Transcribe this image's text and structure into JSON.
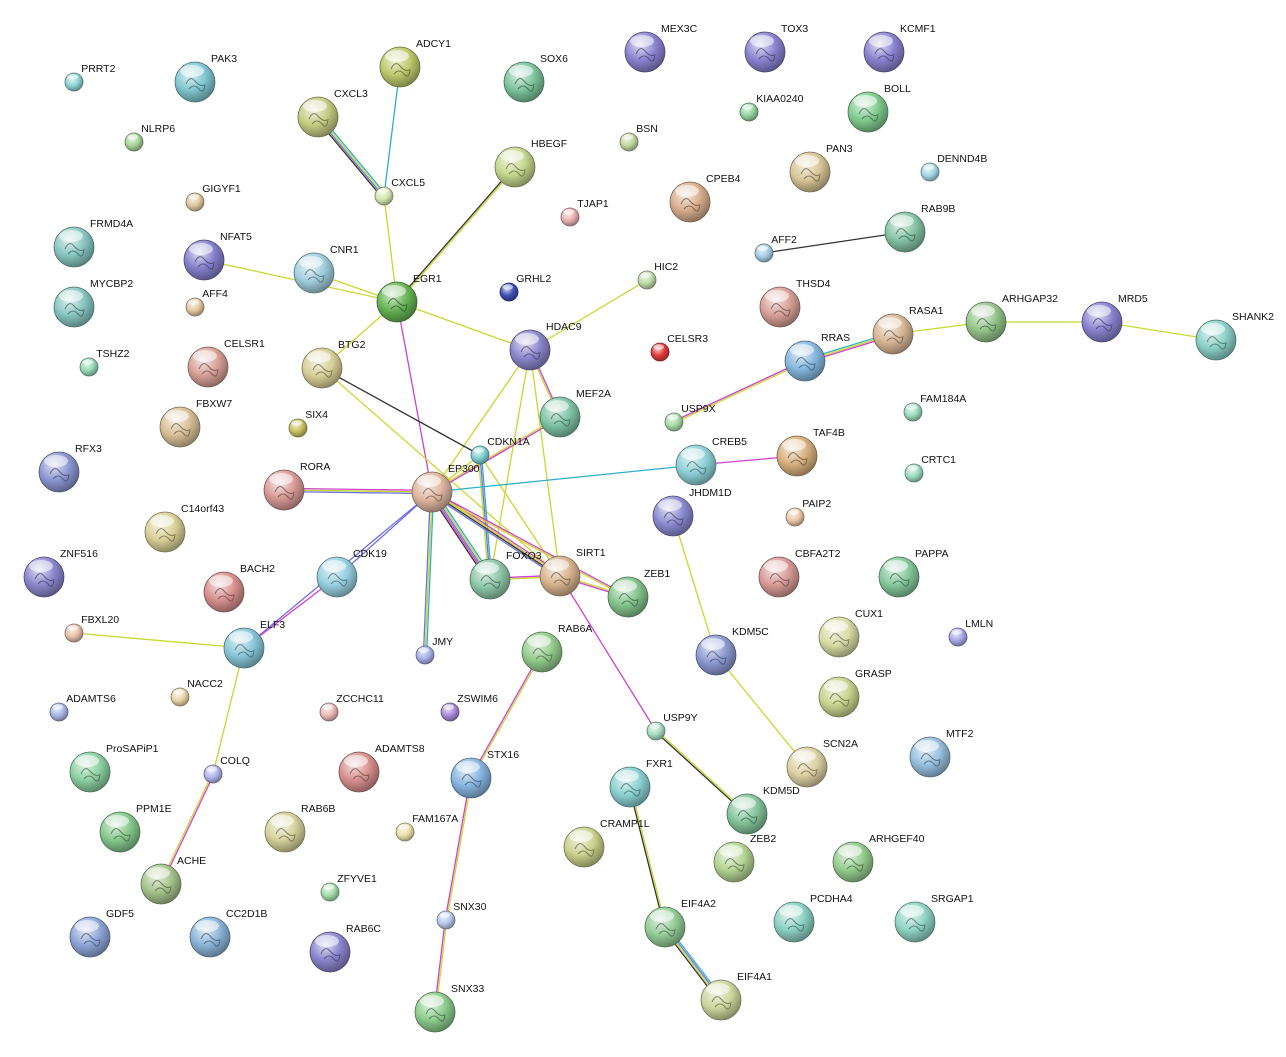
{
  "nodes": [
    {
      "id": "PRRT2",
      "color": "#8fd6d6",
      "small": true
    },
    {
      "id": "PAK3",
      "color": "#7fc6d0"
    },
    {
      "id": "ADCY1",
      "color": "#bcc96b"
    },
    {
      "id": "SOX6",
      "color": "#7cc49c"
    },
    {
      "id": "MEX3C",
      "color": "#8a82d0"
    },
    {
      "id": "TOX3",
      "color": "#8a82d0"
    },
    {
      "id": "KCMF1",
      "color": "#8a82d0"
    },
    {
      "id": "NLRP6",
      "color": "#a8d49a",
      "small": true
    },
    {
      "id": "CXCL3",
      "color": "#c4cc82"
    },
    {
      "id": "KIAA0240",
      "color": "#93d4a0",
      "small": true
    },
    {
      "id": "BOLL",
      "color": "#7fcb8d"
    },
    {
      "id": "BSN",
      "color": "#c2d8a0",
      "small": true
    },
    {
      "id": "HBEGF",
      "color": "#c4d68c"
    },
    {
      "id": "PAN3",
      "color": "#d8c596"
    },
    {
      "id": "DENND4B",
      "color": "#a6d8e6",
      "small": true
    },
    {
      "id": "GIGYF1",
      "color": "#e0c8a0",
      "small": true
    },
    {
      "id": "CXCL5",
      "color": "#d4e6b0",
      "small": true
    },
    {
      "id": "CPEB4",
      "color": "#d8ad8c"
    },
    {
      "id": "TJAP1",
      "color": "#ebb0b0",
      "small": true
    },
    {
      "id": "RAB9B",
      "color": "#84c4a4"
    },
    {
      "id": "FRMD4A",
      "color": "#88c6c0"
    },
    {
      "id": "NFAT5",
      "color": "#8480cc"
    },
    {
      "id": "CNR1",
      "color": "#a0cede"
    },
    {
      "id": "AFF2",
      "color": "#a6cee6",
      "small": true
    },
    {
      "id": "GRHL2",
      "color": "#3c50b4",
      "small": true
    },
    {
      "id": "HIC2",
      "color": "#bedca6",
      "small": true
    },
    {
      "id": "EGR1",
      "color": "#66b454"
    },
    {
      "id": "MYCBP2",
      "color": "#88c6c0"
    },
    {
      "id": "AFF4",
      "color": "#e6c8a0",
      "small": true
    },
    {
      "id": "THSD4",
      "color": "#d8a096"
    },
    {
      "id": "RASA1",
      "color": "#d8b696"
    },
    {
      "id": "ARHGAP32",
      "color": "#94c48a"
    },
    {
      "id": "MRD5",
      "color": "#8a82d0"
    },
    {
      "id": "SHANK2",
      "color": "#8ad0c8"
    },
    {
      "id": "HDAC9",
      "color": "#8a86cc"
    },
    {
      "id": "CELSR3",
      "color": "#e03a3a",
      "small": true
    },
    {
      "id": "TSHZ2",
      "color": "#96d8b6",
      "small": true
    },
    {
      "id": "CELSR1",
      "color": "#d8a096"
    },
    {
      "id": "BTG2",
      "color": "#d8d096"
    },
    {
      "id": "RRAS",
      "color": "#86b8e0"
    },
    {
      "id": "MEF2A",
      "color": "#7ec4a6"
    },
    {
      "id": "USP9X",
      "color": "#a6dca6",
      "small": true
    },
    {
      "id": "FAM184A",
      "color": "#9edcc0",
      "small": true
    },
    {
      "id": "FBXW7",
      "color": "#d8c096"
    },
    {
      "id": "SIX4",
      "color": "#c8c060",
      "small": true
    },
    {
      "id": "CDKN1A",
      "color": "#7ed0d0",
      "small": true
    },
    {
      "id": "CREB5",
      "color": "#8ed0d8"
    },
    {
      "id": "TAF4B",
      "color": "#d8b07e"
    },
    {
      "id": "RFX3",
      "color": "#8a96d0"
    },
    {
      "id": "CRTC1",
      "color": "#9edcc0",
      "small": true
    },
    {
      "id": "RORA",
      "color": "#d89a96"
    },
    {
      "id": "EP300",
      "color": "#deb6a0"
    },
    {
      "id": "JHDM1D",
      "color": "#8a8ad0"
    },
    {
      "id": "PAIP2",
      "color": "#ecc8a8",
      "small": true
    },
    {
      "id": "C14orf43",
      "color": "#d8d096"
    },
    {
      "id": "ZNF516",
      "color": "#8a86cc"
    },
    {
      "id": "CDK19",
      "color": "#96d0e0"
    },
    {
      "id": "SIRT1",
      "color": "#d8b48e"
    },
    {
      "id": "FOXO3",
      "color": "#8ec8a8"
    },
    {
      "id": "ZEB1",
      "color": "#84c48c"
    },
    {
      "id": "CBFA2T2",
      "color": "#d89a96"
    },
    {
      "id": "PAPPA",
      "color": "#84c89a"
    },
    {
      "id": "BACH2",
      "color": "#d8908e"
    },
    {
      "id": "FBXL20",
      "color": "#e8c0a8",
      "small": true
    },
    {
      "id": "ELF3",
      "color": "#88c6d8"
    },
    {
      "id": "JMY",
      "color": "#a8b0e8",
      "small": true
    },
    {
      "id": "RAB6A",
      "color": "#94cc8c"
    },
    {
      "id": "CUX1",
      "color": "#d6dca4"
    },
    {
      "id": "LMLN",
      "color": "#a8a6e6",
      "small": true
    },
    {
      "id": "KDM5C",
      "color": "#8a98d0"
    },
    {
      "id": "ADAMTS6",
      "color": "#a8b8e6",
      "small": true
    },
    {
      "id": "NACC2",
      "color": "#e8d4a8",
      "small": true
    },
    {
      "id": "ZCCHC11",
      "color": "#ecb8b8",
      "small": true
    },
    {
      "id": "ZSWIM6",
      "color": "#a88ad8",
      "small": true
    },
    {
      "id": "GRASP",
      "color": "#c8d48e"
    },
    {
      "id": "ProSAPiP1",
      "color": "#8cd0a0"
    },
    {
      "id": "ADAMTS8",
      "color": "#d8908e"
    },
    {
      "id": "USP9Y",
      "color": "#a6dcc0",
      "small": true
    },
    {
      "id": "MTF2",
      "color": "#96c0de"
    },
    {
      "id": "COLQ",
      "color": "#b0b4ec",
      "small": true
    },
    {
      "id": "STX16",
      "color": "#86b4e0"
    },
    {
      "id": "SCN2A",
      "color": "#dcd0a4"
    },
    {
      "id": "FXR1",
      "color": "#8ad0d0"
    },
    {
      "id": "KDM5D",
      "color": "#84c49a"
    },
    {
      "id": "PPM1E",
      "color": "#86c88c"
    },
    {
      "id": "RAB6B",
      "color": "#d6d29c"
    },
    {
      "id": "FAM167A",
      "color": "#ece0a8",
      "small": true
    },
    {
      "id": "CRAMP1L",
      "color": "#c8d08c"
    },
    {
      "id": "ZEB2",
      "color": "#b4d494"
    },
    {
      "id": "ARHGEF40",
      "color": "#94cc8e"
    },
    {
      "id": "ACHE",
      "color": "#a6c48c"
    },
    {
      "id": "ZFYVE1",
      "color": "#a6dcaa",
      "small": true
    },
    {
      "id": "SNX30",
      "color": "#b8c8ec",
      "small": true
    },
    {
      "id": "EIF4A2",
      "color": "#94cc96"
    },
    {
      "id": "PCDHA4",
      "color": "#8cd0c4"
    },
    {
      "id": "SRGAP1",
      "color": "#8ed4c4"
    },
    {
      "id": "GDF5",
      "color": "#8ea6d8"
    },
    {
      "id": "CC2D1B",
      "color": "#8ab4d8"
    },
    {
      "id": "RAB6C",
      "color": "#8a84cc"
    },
    {
      "id": "EIF4A1",
      "color": "#ccd69c"
    },
    {
      "id": "SNX33",
      "color": "#8ccc8c"
    }
  ],
  "edges": [
    {
      "a": "ADCY1",
      "b": "CXCL5",
      "colors": [
        "#2cb0c8"
      ]
    },
    {
      "a": "CXCL3",
      "b": "CXCL5",
      "colors": [
        "#2cb0c8",
        "#c8d82c",
        "#7070e0",
        "#333333"
      ]
    },
    {
      "a": "CXCL5",
      "b": "EGR1",
      "colors": [
        "#c8d82c"
      ]
    },
    {
      "a": "HBEGF",
      "b": "EGR1",
      "colors": [
        "#c8d82c",
        "#333333"
      ]
    },
    {
      "a": "NFAT5",
      "b": "EGR1",
      "colors": [
        "#c8d82c"
      ]
    },
    {
      "a": "CNR1",
      "b": "EGR1",
      "colors": [
        "#c8d82c"
      ]
    },
    {
      "a": "EGR1",
      "b": "HDAC9",
      "colors": [
        "#c8d82c"
      ]
    },
    {
      "a": "EGR1",
      "b": "BTG2",
      "colors": [
        "#c8d82c"
      ]
    },
    {
      "a": "EGR1",
      "b": "EP300",
      "colors": [
        "#d040d0"
      ]
    },
    {
      "a": "HIC2",
      "b": "HDAC9",
      "colors": [
        "#c8d82c"
      ]
    },
    {
      "a": "HDAC9",
      "b": "MEF2A",
      "colors": [
        "#d040d0",
        "#c8d82c"
      ]
    },
    {
      "a": "HDAC9",
      "b": "EP300",
      "colors": [
        "#c8d82c"
      ]
    },
    {
      "a": "HDAC9",
      "b": "FOXO3",
      "colors": [
        "#c8d82c"
      ]
    },
    {
      "a": "HDAC9",
      "b": "SIRT1",
      "colors": [
        "#c8d82c"
      ]
    },
    {
      "a": "BTG2",
      "b": "CDKN1A",
      "colors": [
        "#333333"
      ]
    },
    {
      "a": "BTG2",
      "b": "SIRT1",
      "colors": [
        "#c8d82c"
      ]
    },
    {
      "a": "MEF2A",
      "b": "EP300",
      "colors": [
        "#d040d0",
        "#c8d82c"
      ]
    },
    {
      "a": "CDKN1A",
      "b": "EP300",
      "colors": [
        "#c8d82c"
      ]
    },
    {
      "a": "CDKN1A",
      "b": "FOXO3",
      "colors": [
        "#2cb0c8",
        "#7070e0",
        "#c8d82c"
      ]
    },
    {
      "a": "CDKN1A",
      "b": "SIRT1",
      "colors": [
        "#c8d82c"
      ]
    },
    {
      "a": "CREB5",
      "b": "EP300",
      "colors": [
        "#2cb0c8"
      ]
    },
    {
      "a": "CREB5",
      "b": "TAF4B",
      "colors": [
        "#d040d0"
      ]
    },
    {
      "a": "RORA",
      "b": "EP300",
      "colors": [
        "#d040d0",
        "#c8d82c",
        "#7070e0"
      ]
    },
    {
      "a": "EP300",
      "b": "FOXO3",
      "colors": [
        "#2cb0c8",
        "#c8d82c",
        "#7070e0",
        "#d040d0",
        "#333333"
      ]
    },
    {
      "a": "EP300",
      "b": "SIRT1",
      "colors": [
        "#d040d0",
        "#c8d82c",
        "#333333",
        "#7070e0"
      ]
    },
    {
      "a": "EP300",
      "b": "ZEB1",
      "colors": [
        "#d040d0",
        "#c8d82c"
      ]
    },
    {
      "a": "EP300",
      "b": "CDK19",
      "colors": [
        "#7070e0"
      ]
    },
    {
      "a": "EP300",
      "b": "JMY",
      "colors": [
        "#2cb0c8",
        "#c8d82c",
        "#7070e0"
      ]
    },
    {
      "a": "EP300",
      "b": "ELF3",
      "colors": [
        "#7070e0"
      ]
    },
    {
      "a": "FOXO3",
      "b": "SIRT1",
      "colors": [
        "#d040d0",
        "#c8d82c"
      ]
    },
    {
      "a": "SIRT1",
      "b": "ZEB1",
      "colors": [
        "#c8d82c",
        "#d040d0"
      ]
    },
    {
      "a": "SIRT1",
      "b": "USP9Y",
      "colors": [
        "#d040d0"
      ]
    },
    {
      "a": "CDK19",
      "b": "ELF3",
      "colors": [
        "#d040d0"
      ]
    },
    {
      "a": "FBXL20",
      "b": "ELF3",
      "colors": [
        "#c8d82c"
      ]
    },
    {
      "a": "ELF3",
      "b": "COLQ",
      "colors": [
        "#c8d82c"
      ]
    },
    {
      "a": "COLQ",
      "b": "ACHE",
      "colors": [
        "#d040d0",
        "#c8d82c"
      ]
    },
    {
      "a": "AFF2",
      "b": "RAB9B",
      "colors": [
        "#333333"
      ]
    },
    {
      "a": "USP9X",
      "b": "RRAS",
      "colors": [
        "#d040d0",
        "#c8d82c"
      ]
    },
    {
      "a": "RRAS",
      "b": "RASA1",
      "colors": [
        "#2cb0c8",
        "#c8d82c",
        "#d040d0"
      ]
    },
    {
      "a": "RASA1",
      "b": "ARHGAP32",
      "colors": [
        "#c8d82c"
      ]
    },
    {
      "a": "ARHGAP32",
      "b": "MRD5",
      "colors": [
        "#c8d82c"
      ]
    },
    {
      "a": "MRD5",
      "b": "SHANK2",
      "colors": [
        "#c8d82c"
      ]
    },
    {
      "a": "JHDM1D",
      "b": "KDM5C",
      "colors": [
        "#c8d82c"
      ]
    },
    {
      "a": "KDM5C",
      "b": "SCN2A",
      "colors": [
        "#c8d82c"
      ]
    },
    {
      "a": "USP9Y",
      "b": "KDM5D",
      "colors": [
        "#c8d82c",
        "#333333"
      ]
    },
    {
      "a": "RAB6A",
      "b": "STX16",
      "colors": [
        "#c8d82c",
        "#d040d0"
      ]
    },
    {
      "a": "STX16",
      "b": "SNX30",
      "colors": [
        "#c8d82c",
        "#d040d0"
      ]
    },
    {
      "a": "SNX30",
      "b": "SNX33",
      "colors": [
        "#c8d82c",
        "#d040d0"
      ]
    },
    {
      "a": "FXR1",
      "b": "EIF4A2",
      "colors": [
        "#c8d82c",
        "#333333"
      ]
    },
    {
      "a": "EIF4A2",
      "b": "EIF4A1",
      "colors": [
        "#2cb0c8",
        "#7070e0",
        "#c8d82c",
        "#333333"
      ]
    }
  ]
}
